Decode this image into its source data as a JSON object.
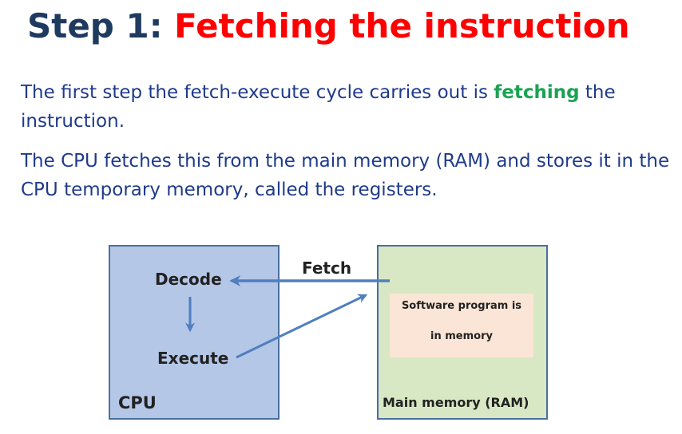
{
  "title": {
    "prefix": "Step 1: ",
    "highlight": "Fetching the instruction"
  },
  "paragraph1": {
    "before": "The first step the fetch-execute cycle carries out is ",
    "highlight": "fetching",
    "after": " the instruction."
  },
  "paragraph2": "The CPU fetches this from the main memory (RAM) and stores it in the CPU temporary memory, called the registers.",
  "diagram": {
    "cpu_label": "CPU",
    "decode": "Decode",
    "execute": "Execute",
    "fetch_label": "Fetch",
    "memory_label": "Main memory (RAM)",
    "program_line1": "Software program is",
    "program_line2": "in memory"
  },
  "colors": {
    "title": "#1f3a5f",
    "title_accent": "#ff0000",
    "body_text": "#1f3a8a",
    "keyword": "#1aa352",
    "cpu_fill": "#b4c7e7",
    "ram_fill": "#d9e8c4",
    "program_fill": "#fbe5d6",
    "arrow": "#4f7fbf"
  }
}
